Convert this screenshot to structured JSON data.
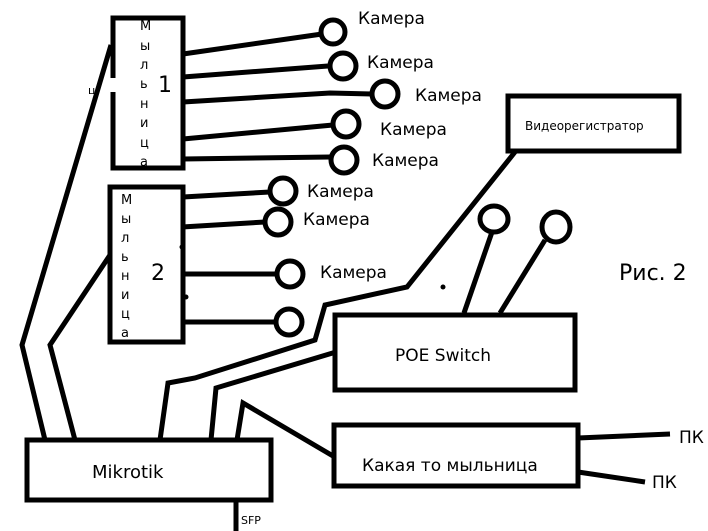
{
  "diagram": {
    "figure_label": "Рис. 2",
    "figure_label_color": "#e0202a",
    "switch1": {
      "vertical_label": [
        "М",
        "ы",
        "л",
        "ь",
        "н",
        "и",
        "ц",
        "а"
      ],
      "number": "1"
    },
    "switch2": {
      "vertical_label": [
        "М",
        "ы",
        "л",
        "ь",
        "н",
        "и",
        "ц",
        "а"
      ],
      "number": "2"
    },
    "stray_mark": "ц",
    "cameras": [
      "Камера",
      "Камера",
      "Камера",
      "Камера",
      "Камера",
      "Камера",
      "Камера",
      "Камера"
    ],
    "dvr_label": "Видеорегистратор",
    "poe_label": "POE Switch",
    "mikrotik_label": "Mikrotik",
    "sfp_label": "SFP",
    "other_switch_label": "Какая то мыльница",
    "pcs": [
      "ПК",
      "ПК"
    ]
  }
}
